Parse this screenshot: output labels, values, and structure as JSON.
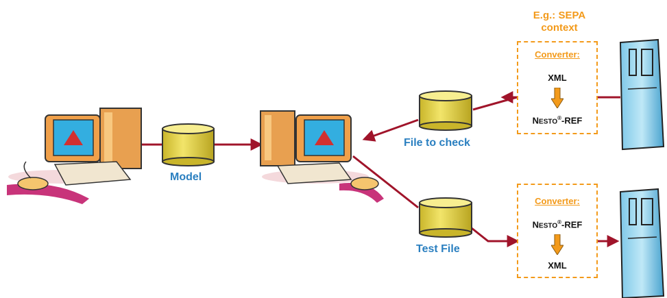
{
  "labels": {
    "model": "Model",
    "file_to_check": "File to check",
    "test_file": "Test File"
  },
  "context": {
    "line1": "E.g.: SEPA",
    "line2": "context"
  },
  "converter_top": {
    "title": "Converter:",
    "from": "XML",
    "to_prefix": "N",
    "to_small": "ESTO",
    "to_sup": "®",
    "to_suffix": "-REF"
  },
  "converter_bottom": {
    "title": "Converter:",
    "from_prefix": "N",
    "from_small": "ESTO",
    "from_sup": "®",
    "from_suffix": "-REF",
    "to": "XML"
  },
  "colors": {
    "accent": "#f39a1a",
    "label_blue": "#2a7fc0",
    "connector": "#a0142a",
    "cylinder": "#e8d84a"
  }
}
